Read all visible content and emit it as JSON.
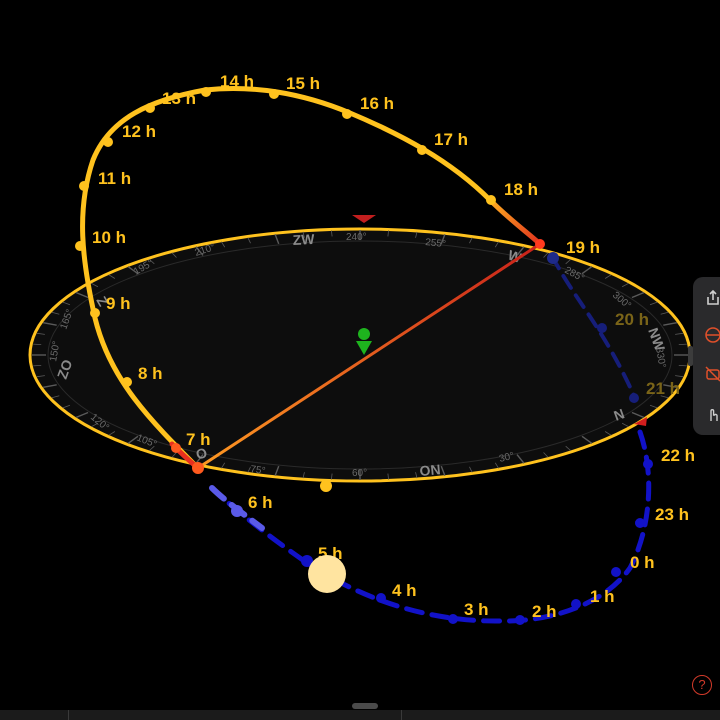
{
  "sunpath": {
    "day_hours": [
      {
        "label": "7 h"
      },
      {
        "label": "8 h"
      },
      {
        "label": "9 h"
      },
      {
        "label": "10 h"
      },
      {
        "label": "11 h"
      },
      {
        "label": "12 h"
      },
      {
        "label": "13 h"
      },
      {
        "label": "14 h"
      },
      {
        "label": "15 h"
      },
      {
        "label": "16 h"
      },
      {
        "label": "17 h"
      },
      {
        "label": "18 h"
      },
      {
        "label": "19 h"
      }
    ],
    "night_hours": [
      {
        "label": "20 h"
      },
      {
        "label": "21 h"
      },
      {
        "label": "22 h"
      },
      {
        "label": "23 h"
      },
      {
        "label": "0 h"
      },
      {
        "label": "1 h"
      },
      {
        "label": "2 h"
      },
      {
        "label": "3 h"
      },
      {
        "label": "4 h"
      },
      {
        "label": "5 h"
      },
      {
        "label": "6 h"
      }
    ]
  },
  "compass": {
    "directions": [
      "ZW",
      "W",
      "NW",
      "N",
      "ON",
      "O",
      "ZO",
      "Z"
    ],
    "degrees": [
      "240°",
      "255°",
      "285°",
      "300°",
      "330°",
      "30°",
      "60°",
      "75°",
      "105°",
      "120°",
      "150°",
      "165°",
      "195°",
      "210°"
    ]
  },
  "toolbar": {
    "share_icon": "share-icon",
    "horizon_icon": "horizon-icon",
    "camera_off_icon": "camera-off-icon",
    "touch_icon": "touch-icon"
  },
  "help": {
    "label": "?"
  },
  "colors": {
    "day_path": "#ffc21e",
    "night_path": "#1016c0",
    "sunrise_line": "#ff8a1e",
    "sunset_line": "#c8261e",
    "location_pin": "#18a818",
    "sun": "#ffe4a0",
    "dial_rim": "#ffc21e"
  }
}
